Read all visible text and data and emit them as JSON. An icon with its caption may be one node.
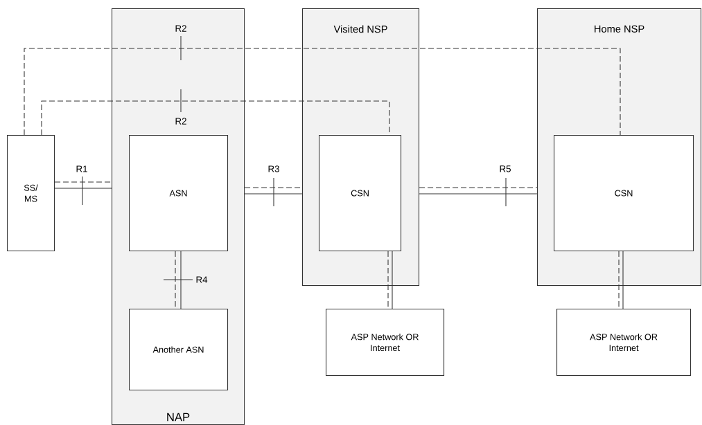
{
  "diagram": {
    "nodes": [
      {
        "text": [
          "NAP"
        ]
      },
      {
        "text": [
          "Visited NSP"
        ]
      },
      {
        "text": [
          "Home NSP"
        ]
      },
      {
        "text": [
          "SS/ MS"
        ]
      },
      {
        "text": [
          "ASN"
        ],
        "in": 0
      },
      {
        "text": [
          "Another ASN"
        ],
        "in": 0
      },
      {
        "text": [
          "CSN"
        ],
        "in": 1
      },
      {
        "text": [
          "CSN"
        ],
        "in": 2
      },
      {
        "text": [
          "ASP Network OR Internet"
        ]
      },
      {
        "text": [
          "ASP Network OR Internet"
        ]
      }
    ],
    "edges": [
      {
        "from": 3,
        "to": 0,
        "arrow": "none",
        "label": "R1"
      },
      {
        "from": 3,
        "to": 0,
        "arrow": "none",
        "style": "dashed"
      },
      {
        "from": 0,
        "to": 1,
        "arrow": "none",
        "label": "R3"
      },
      {
        "from": 0,
        "to": 1,
        "arrow": "none",
        "style": "dashed"
      },
      {
        "from": 1,
        "to": 2,
        "arrow": "none",
        "label": "R5"
      },
      {
        "from": 1,
        "to": 2,
        "arrow": "none",
        "style": "dashed"
      },
      {
        "from": 4,
        "to": 5,
        "arrow": "none",
        "label": "R4"
      },
      {
        "from": 4,
        "to": 5,
        "arrow": "none",
        "style": "dashed"
      },
      {
        "from": 6,
        "to": 8,
        "arrow": "none"
      },
      {
        "from": 6,
        "to": 8,
        "arrow": "none",
        "style": "dashed"
      },
      {
        "from": 7,
        "to": 9,
        "arrow": "none"
      },
      {
        "from": 7,
        "to": 9,
        "arrow": "none",
        "style": "dashed"
      },
      {
        "from": 3,
        "to": 7,
        "arrow": "none",
        "style": "dashed",
        "label": "R2"
      },
      {
        "from": 3,
        "to": 6,
        "arrow": "none",
        "style": "dashed",
        "label": "R2"
      }
    ]
  }
}
